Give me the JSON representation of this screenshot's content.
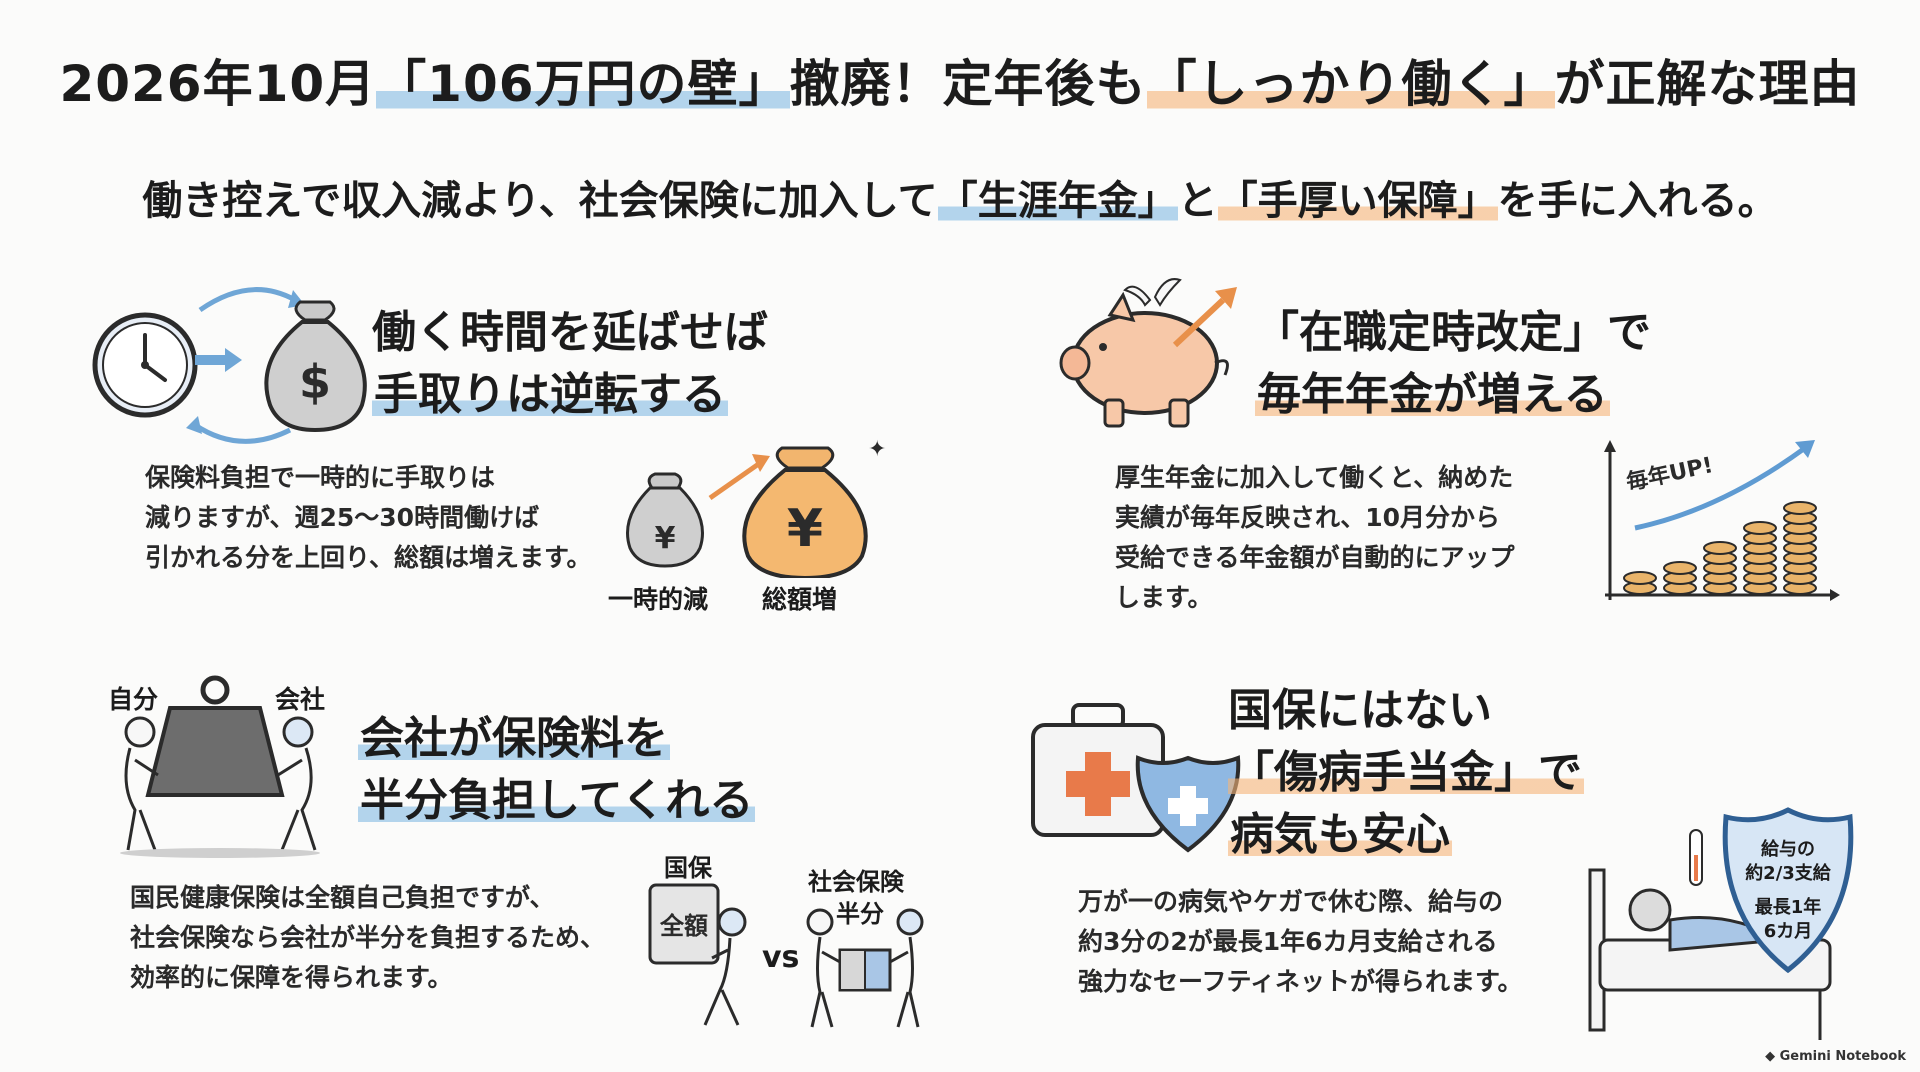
{
  "header": {
    "title_pre": "2026年10月",
    "title_hl1": "「106万円の壁」",
    "title_mid": "撤廃！定年後も",
    "title_hl2": "「しっかり働く」",
    "title_post": "が正解な理由",
    "subtitle_pre": "働き控えで収入減より、社会保険に加入して",
    "subtitle_hl1": "「生涯年金」",
    "subtitle_mid": "と",
    "subtitle_hl2": "「手厚い保障」",
    "subtitle_post": "を手に入れる。"
  },
  "sections": {
    "s1": {
      "heading_line1": "働く時間を延ばせば",
      "heading_line2": "手取りは逆転する",
      "body": [
        "保険料負担で一時的に手取りは",
        "減りますが、週25～30時間働けば",
        "引かれる分を上回り、総額は増えます。"
      ],
      "label_small": "一時的減",
      "label_large": "総額増",
      "icon_dollar": "$",
      "icon_yen": "¥"
    },
    "s2": {
      "heading_line1": "「在職定時改定」で",
      "heading_line2": "毎年年金が増える",
      "body": [
        "厚生年金に加入して働くと、納めた",
        "実績が毎年反映され、10月分から",
        "受給できる年金額が自動的にアップ",
        "します。"
      ],
      "chart_label": "毎年UP!"
    },
    "s3": {
      "heading_line1": "会社が保険料を",
      "heading_line2": "半分負担してくれる",
      "body": [
        "国民健康保険は全額自己負担ですが、",
        "社会保険なら会社が半分を負担するため、",
        "効率的に保障を得られます。"
      ],
      "label_self": "自分",
      "label_company": "会社",
      "label_kokuho": "国保",
      "label_full": "全額",
      "label_vs": "vs",
      "label_shakai1": "社会保険",
      "label_shakai2": "半分"
    },
    "s4": {
      "heading_line1": "国保にはない",
      "heading_line2": "「傷病手当金」で",
      "heading_line3": "病気も安心",
      "body": [
        "万が一の病気やケガで休む際、給与の",
        "約3分の2が最長1年6カ月支給される",
        "強力なセーフティネットが得られます。"
      ],
      "shield_line1": "給与の",
      "shield_line2": "約2/3支給",
      "shield_line3": "最長1年",
      "shield_line4": "6カ月"
    }
  },
  "footer": {
    "brand": "Gemini Notebook"
  },
  "colors": {
    "blue": "#7fb6e0",
    "orange": "#f2b17a",
    "ink": "#1c1c1c"
  },
  "icons": [
    "clock-icon",
    "money-bag-icon",
    "piggy-bank-icon",
    "coin-chart-icon",
    "weight-icon",
    "first-aid-kit-icon",
    "shield-plus-icon",
    "sick-bed-icon"
  ]
}
